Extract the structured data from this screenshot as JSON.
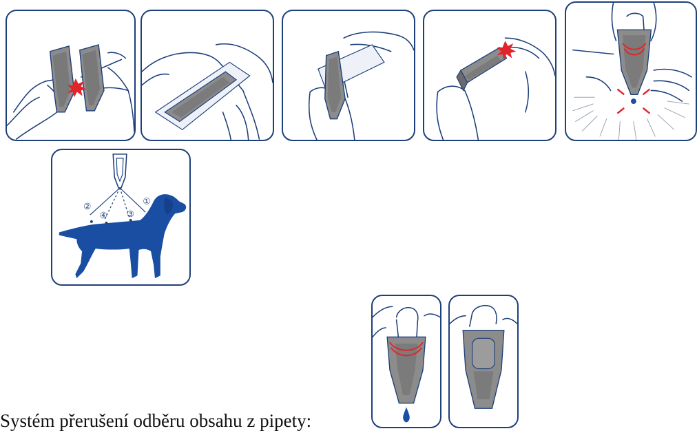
{
  "colors": {
    "line": "#1d3f7a",
    "pipette": "#8c8c8c",
    "pipette_dark": "#6a6a6a",
    "dog": "#1a4ea2",
    "accent_red": "#e2232a",
    "drop_blue": "#1a4ea2"
  },
  "steps": [
    {
      "icon": "hands-tearing-pipette-pair-icon"
    },
    {
      "icon": "hands-opening-blister-icon"
    },
    {
      "icon": "hand-removing-pipette-icon"
    },
    {
      "icon": "hand-snapping-pipette-tip-icon"
    },
    {
      "icon": "pipette-applied-to-skin-icon"
    }
  ],
  "application_points": [
    "②",
    "④",
    "③",
    "①"
  ],
  "caption": "Systém přerušení odběru obsahu z pipety:",
  "interruption": [
    {
      "icon": "pipette-squeezed-drop-icon"
    },
    {
      "icon": "pipette-released-icon"
    }
  ]
}
